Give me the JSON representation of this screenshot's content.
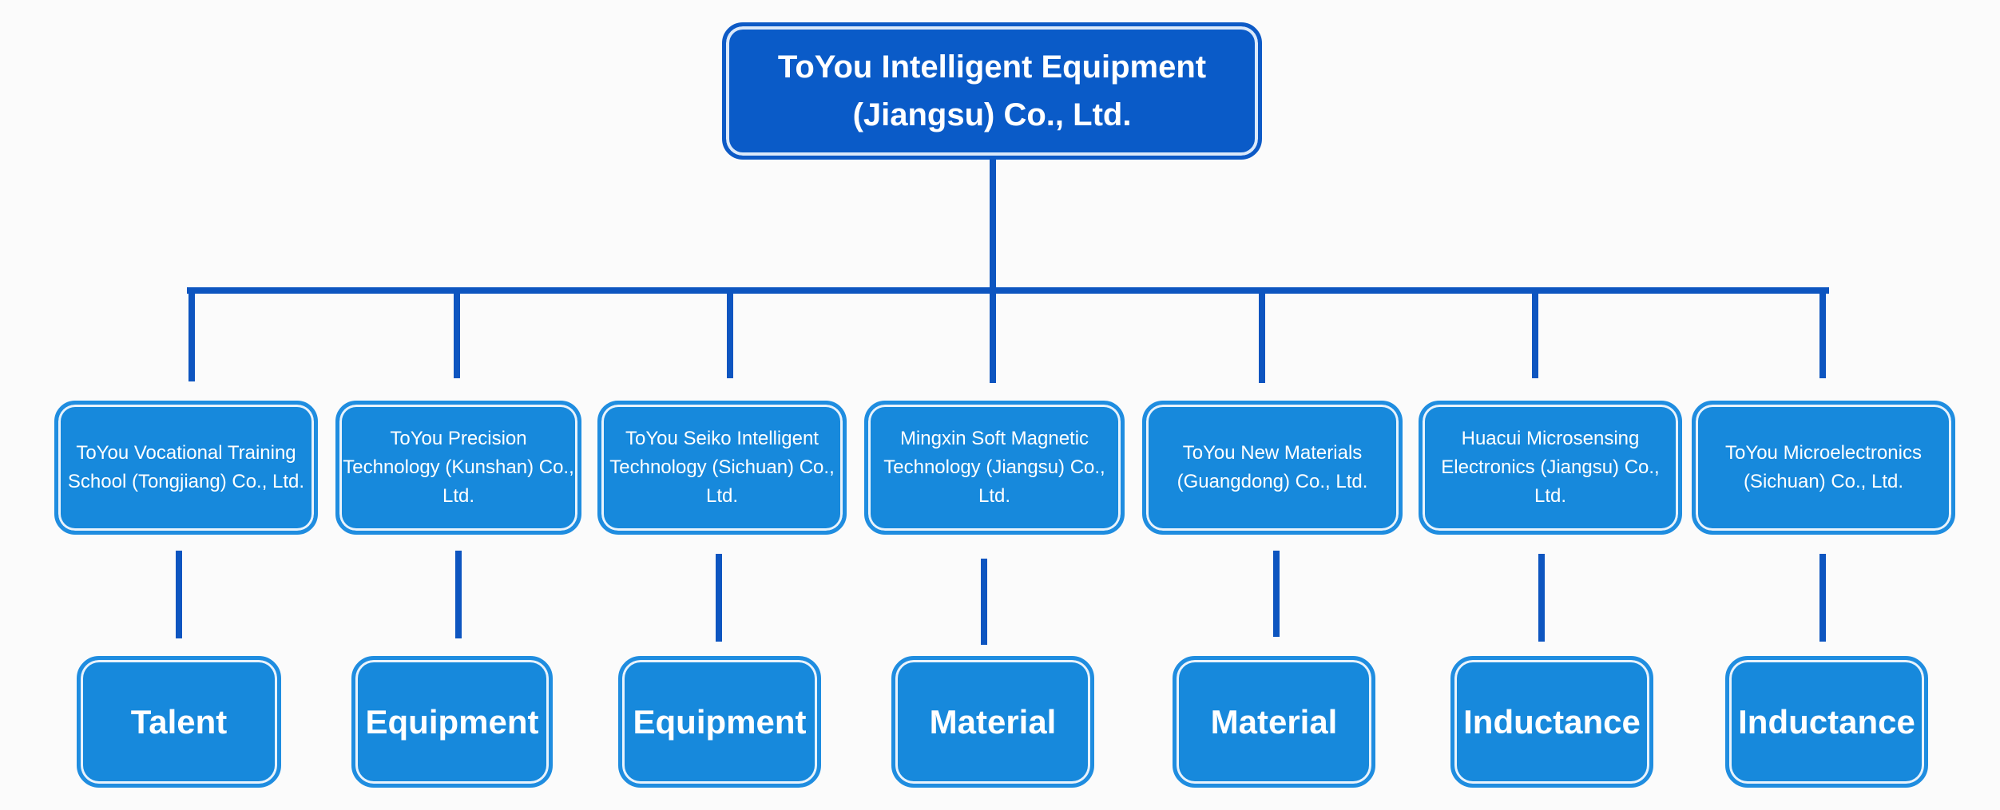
{
  "root": {
    "line1": "ToYou Intelligent Equipment",
    "line2": "(Jiangsu) Co., Ltd."
  },
  "companies": [
    {
      "name": "ToYou Vocational Training School (Tongjiang) Co., Ltd.",
      "category": "Talent"
    },
    {
      "name": "ToYou Precision Technology (Kunshan) Co., Ltd.",
      "category": "Equipment"
    },
    {
      "name": "ToYou Seiko Intelligent Technology (Sichuan) Co., Ltd.",
      "category": "Equipment"
    },
    {
      "name": "Mingxin Soft Magnetic Technology (Jiangsu) Co., Ltd.",
      "category": "Material"
    },
    {
      "name": "ToYou New Materials (Guangdong) Co., Ltd.",
      "category": "Material"
    },
    {
      "name": "Huacui Microsensing Electronics (Jiangsu) Co., Ltd.",
      "category": "Inductance"
    },
    {
      "name": "ToYou Microelectronics (Sichuan) Co., Ltd.",
      "category": "Inductance"
    }
  ],
  "colors": {
    "root_fill": "#0a5bc8",
    "node_fill": "#1789dc",
    "connector": "#0d55c0"
  }
}
